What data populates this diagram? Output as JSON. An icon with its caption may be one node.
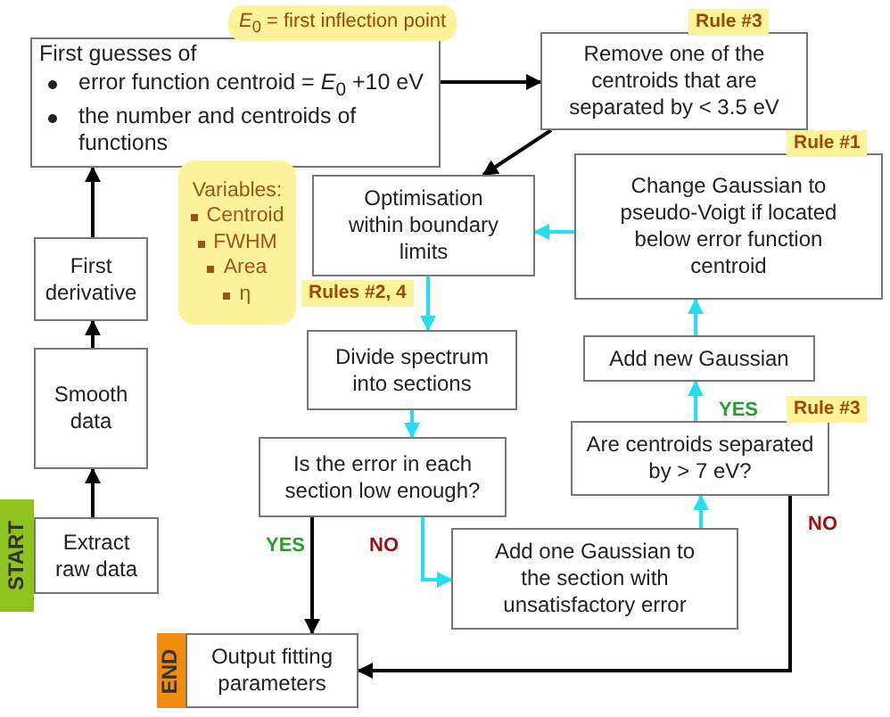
{
  "diagram": {
    "nodes": [
      {
        "text": [
          "Extract raw data"
        ],
        "beside": [
          "START"
        ]
      },
      {
        "text": [
          "Smooth data"
        ]
      },
      {
        "text": [
          "First derivative"
        ]
      },
      {
        "text": [
          "First guesses of",
          "error function centroid = *E*$_{0}$ +10 eV",
          "the number and centroids of functions"
        ]
      },
      {
        "text": [
          "Remove one of the centroids that are separated by < 3.5 eV"
        ],
        "beside": [
          "Rule #3"
        ]
      },
      {
        "text": [
          "Change Gaussian to pseudo-Voigt if located below error function centroid"
        ],
        "beside": [
          "Rule #1"
        ]
      },
      {
        "text": [
          "Optimisation within boundary limits"
        ],
        "beside": [
          "Rules #2, 4"
        ]
      },
      {
        "text": [
          "Variables:",
          "Centroid",
          "FWHM",
          "Area",
          "η"
        ]
      },
      {
        "text": [
          "Divide spectrum into sections"
        ]
      },
      {
        "text": [
          "Is the error in each section low enough?"
        ]
      },
      {
        "text": [
          "Add new Gaussian"
        ]
      },
      {
        "text": [
          "Are centroids separated by > 7 eV?"
        ],
        "beside": [
          "Rule #3"
        ]
      },
      {
        "text": [
          "Add one Gaussian to the section with unsatisfactory error"
        ]
      },
      {
        "text": [
          "Output fitting parameters"
        ],
        "beside": [
          "END"
        ]
      }
    ],
    "edges": [
      {
        "from": 0,
        "to": 1,
        "arrow": "to"
      },
      {
        "from": 1,
        "to": 2,
        "arrow": "to"
      },
      {
        "from": 2,
        "to": 3,
        "arrow": "to"
      },
      {
        "from": 3,
        "to": 4,
        "arrow": "to"
      },
      {
        "from": 4,
        "to": 6,
        "arrow": "to"
      },
      {
        "from": 5,
        "to": 6,
        "arrow": "to",
        "color": "#22e0f0"
      },
      {
        "from": 6,
        "to": 8,
        "arrow": "to",
        "color": "#22e0f0"
      },
      {
        "from": 8,
        "to": 9,
        "arrow": "to",
        "color": "#22e0f0"
      },
      {
        "from": 9,
        "to": 13,
        "arrow": "to",
        "label": "YES"
      },
      {
        "from": 9,
        "to": 12,
        "arrow": "to",
        "label": "NO",
        "color": "#22e0f0"
      },
      {
        "from": 12,
        "to": 11,
        "arrow": "to",
        "color": "#22e0f0"
      },
      {
        "from": 11,
        "to": 10,
        "arrow": "to",
        "label": "YES",
        "color": "#22e0f0"
      },
      {
        "from": 10,
        "to": 5,
        "arrow": "to",
        "color": "#22e0f0"
      },
      {
        "from": 11,
        "to": 13,
        "arrow": "to",
        "label": "NO"
      }
    ],
    "labels": [
      "*E*$_{0}$ = first inflection point"
    ]
  }
}
